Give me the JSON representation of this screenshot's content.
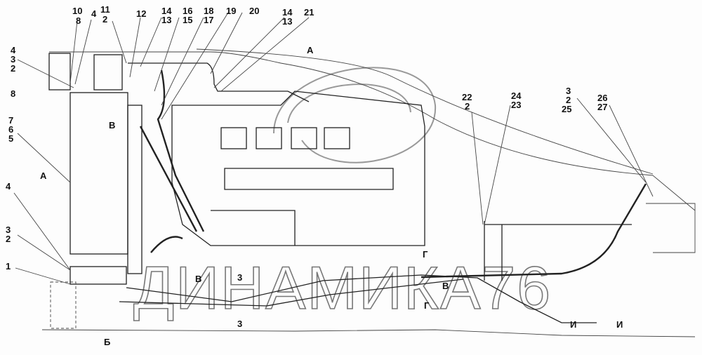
{
  "title": "Engine cooling and fuel line installation drawing",
  "watermark": "ДИНАМИКА76",
  "callouts": [
    {
      "id": "c1",
      "text": "10"
    },
    {
      "id": "c2",
      "text": "8"
    },
    {
      "id": "c3",
      "text": "4"
    },
    {
      "id": "c4",
      "text": "11"
    },
    {
      "id": "c5",
      "text": "2"
    },
    {
      "id": "c6",
      "text": "12"
    },
    {
      "id": "c7",
      "text": "14"
    },
    {
      "id": "c8",
      "text": "13"
    },
    {
      "id": "c9",
      "text": "16"
    },
    {
      "id": "c10",
      "text": "15"
    },
    {
      "id": "c11",
      "text": "18"
    },
    {
      "id": "c12",
      "text": "17"
    },
    {
      "id": "c13",
      "text": "19"
    },
    {
      "id": "c14",
      "text": "20"
    },
    {
      "id": "c15",
      "text": "14"
    },
    {
      "id": "c16",
      "text": "13"
    },
    {
      "id": "c17",
      "text": "21"
    },
    {
      "id": "c18",
      "text": "4"
    },
    {
      "id": "c19",
      "text": "3"
    },
    {
      "id": "c20",
      "text": "2"
    },
    {
      "id": "c21",
      "text": "8"
    },
    {
      "id": "c22",
      "text": "7"
    },
    {
      "id": "c23",
      "text": "6"
    },
    {
      "id": "c24",
      "text": "5"
    },
    {
      "id": "c25",
      "text": "4"
    },
    {
      "id": "c26",
      "text": "3"
    },
    {
      "id": "c27",
      "text": "2"
    },
    {
      "id": "c28",
      "text": "1"
    },
    {
      "id": "c29",
      "text": "22"
    },
    {
      "id": "c30",
      "text": "2"
    },
    {
      "id": "c31",
      "text": "24"
    },
    {
      "id": "c32",
      "text": "23"
    },
    {
      "id": "c33",
      "text": "3"
    },
    {
      "id": "c34",
      "text": "2"
    },
    {
      "id": "c35",
      "text": "25"
    },
    {
      "id": "c36",
      "text": "26"
    },
    {
      "id": "c37",
      "text": "27"
    }
  ],
  "views": {
    "a_top": "А",
    "a_left": "А",
    "b": "Б",
    "v1": "В",
    "v2": "В",
    "v3": "В",
    "g1": "Г",
    "g2": "Г",
    "i1": "И",
    "i2": "И",
    "s1": "3",
    "s2": "3"
  }
}
